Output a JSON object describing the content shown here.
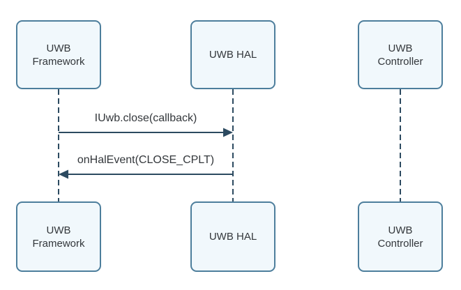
{
  "diagram_type": "sequence",
  "colors": {
    "background": "#ffffff",
    "box_fill": "#f1f8fc",
    "box_border": "#4d7e9c",
    "line": "#2c4a60",
    "text": "#33373b"
  },
  "actors": [
    {
      "id": "uwb-framework",
      "label": "UWB\nFramework"
    },
    {
      "id": "uwb-hal",
      "label": "UWB HAL"
    },
    {
      "id": "uwb-controller",
      "label": "UWB\nController"
    }
  ],
  "messages": [
    {
      "from": "uwb-framework",
      "to": "uwb-hal",
      "direction": "right",
      "label": "IUwb.close(callback)"
    },
    {
      "from": "uwb-hal",
      "to": "uwb-framework",
      "direction": "left",
      "label": "onHalEvent(CLOSE_CPLT)"
    }
  ]
}
